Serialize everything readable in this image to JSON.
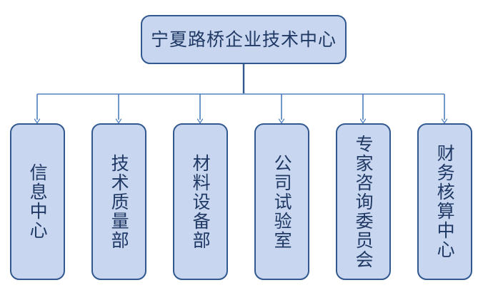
{
  "diagram": {
    "type": "organization-chart",
    "orientation": "top-down",
    "root": {
      "label": "宁夏路桥企业技术中心",
      "text_direction": "horizontal"
    },
    "children": [
      {
        "label": "信息中心",
        "text_direction": "vertical"
      },
      {
        "label": "技术质量部",
        "text_direction": "vertical"
      },
      {
        "label": "材料设备部",
        "text_direction": "vertical"
      },
      {
        "label": "公司试验室",
        "text_direction": "vertical"
      },
      {
        "label": "专家咨询委员会",
        "text_direction": "vertical"
      },
      {
        "label": "财务核算中心",
        "text_direction": "vertical"
      }
    ],
    "colors": {
      "node_fill": "#c8d7ef",
      "node_border": "#31588f",
      "text": "#1f3864",
      "connector": "#4a7ebb",
      "background": "#ffffff"
    }
  }
}
